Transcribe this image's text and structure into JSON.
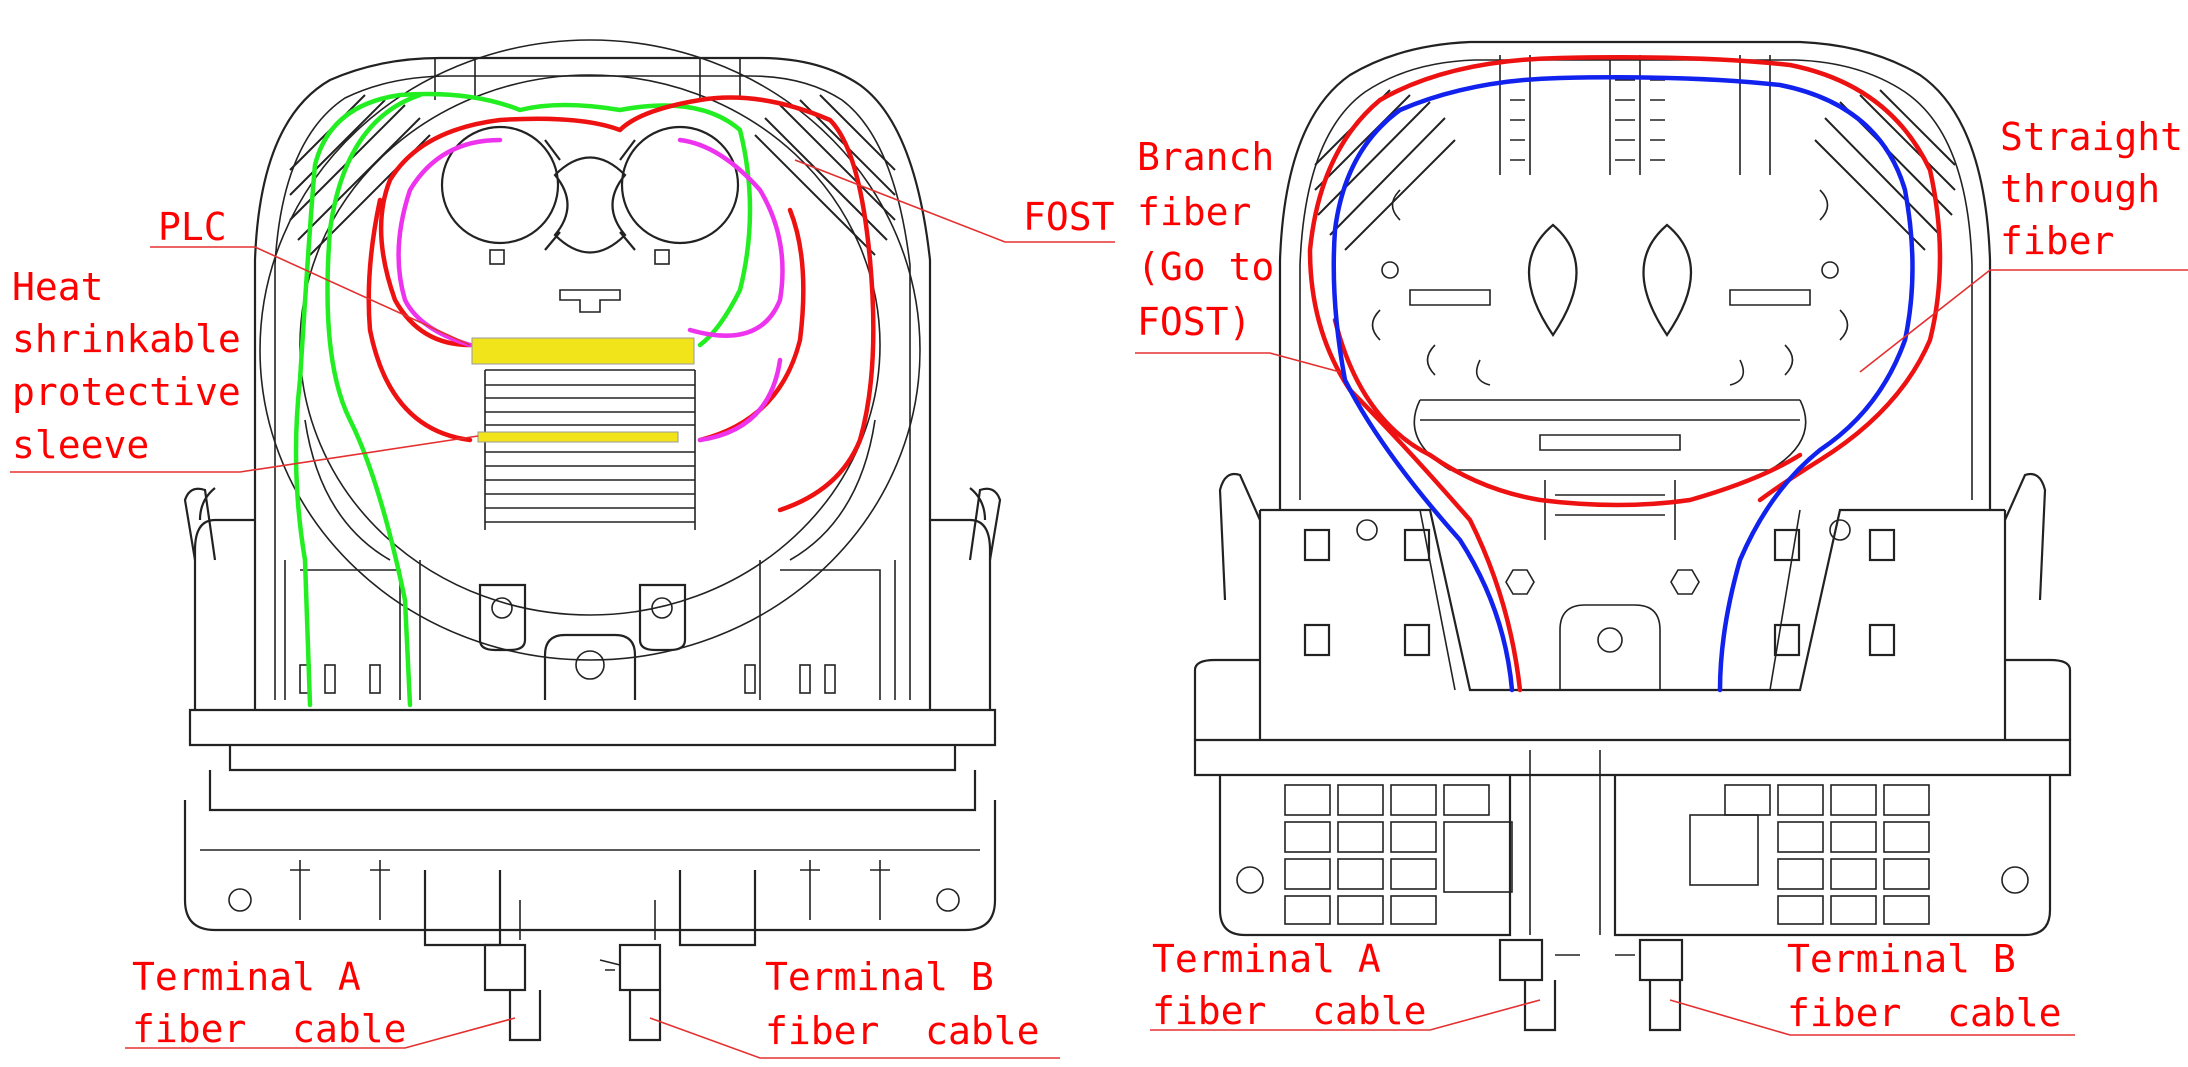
{
  "colors": {
    "label": "#ff0000",
    "green_fiber": "#22ee22",
    "red_fiber": "#ee1111",
    "magenta_fiber": "#ee33ee",
    "blue_fiber": "#1122ee",
    "sleeve": "#f2e41a",
    "outline": "#222222"
  },
  "left_diagram": {
    "labels": {
      "plc": "PLC",
      "heat_l1": "Heat",
      "heat_l2": "shrinkable",
      "heat_l3": "protective",
      "heat_l4": "sleeve",
      "fost": "FOST",
      "term_a_l1": "Terminal A",
      "term_a_l2": "fiber  cable",
      "term_b_l1": "Terminal B",
      "term_b_l2": "fiber  cable"
    }
  },
  "right_diagram": {
    "labels": {
      "branch_l1": "Branch",
      "branch_l2": "fiber",
      "branch_l3": "(Go to",
      "branch_l4": "FOST)",
      "straight_l1": "Straight",
      "straight_l2": "through",
      "straight_l3": "fiber",
      "term_a_l1": "Terminal A",
      "term_a_l2": "fiber  cable",
      "term_b_l1": "Terminal B",
      "term_b_l2": "fiber  cable"
    }
  }
}
